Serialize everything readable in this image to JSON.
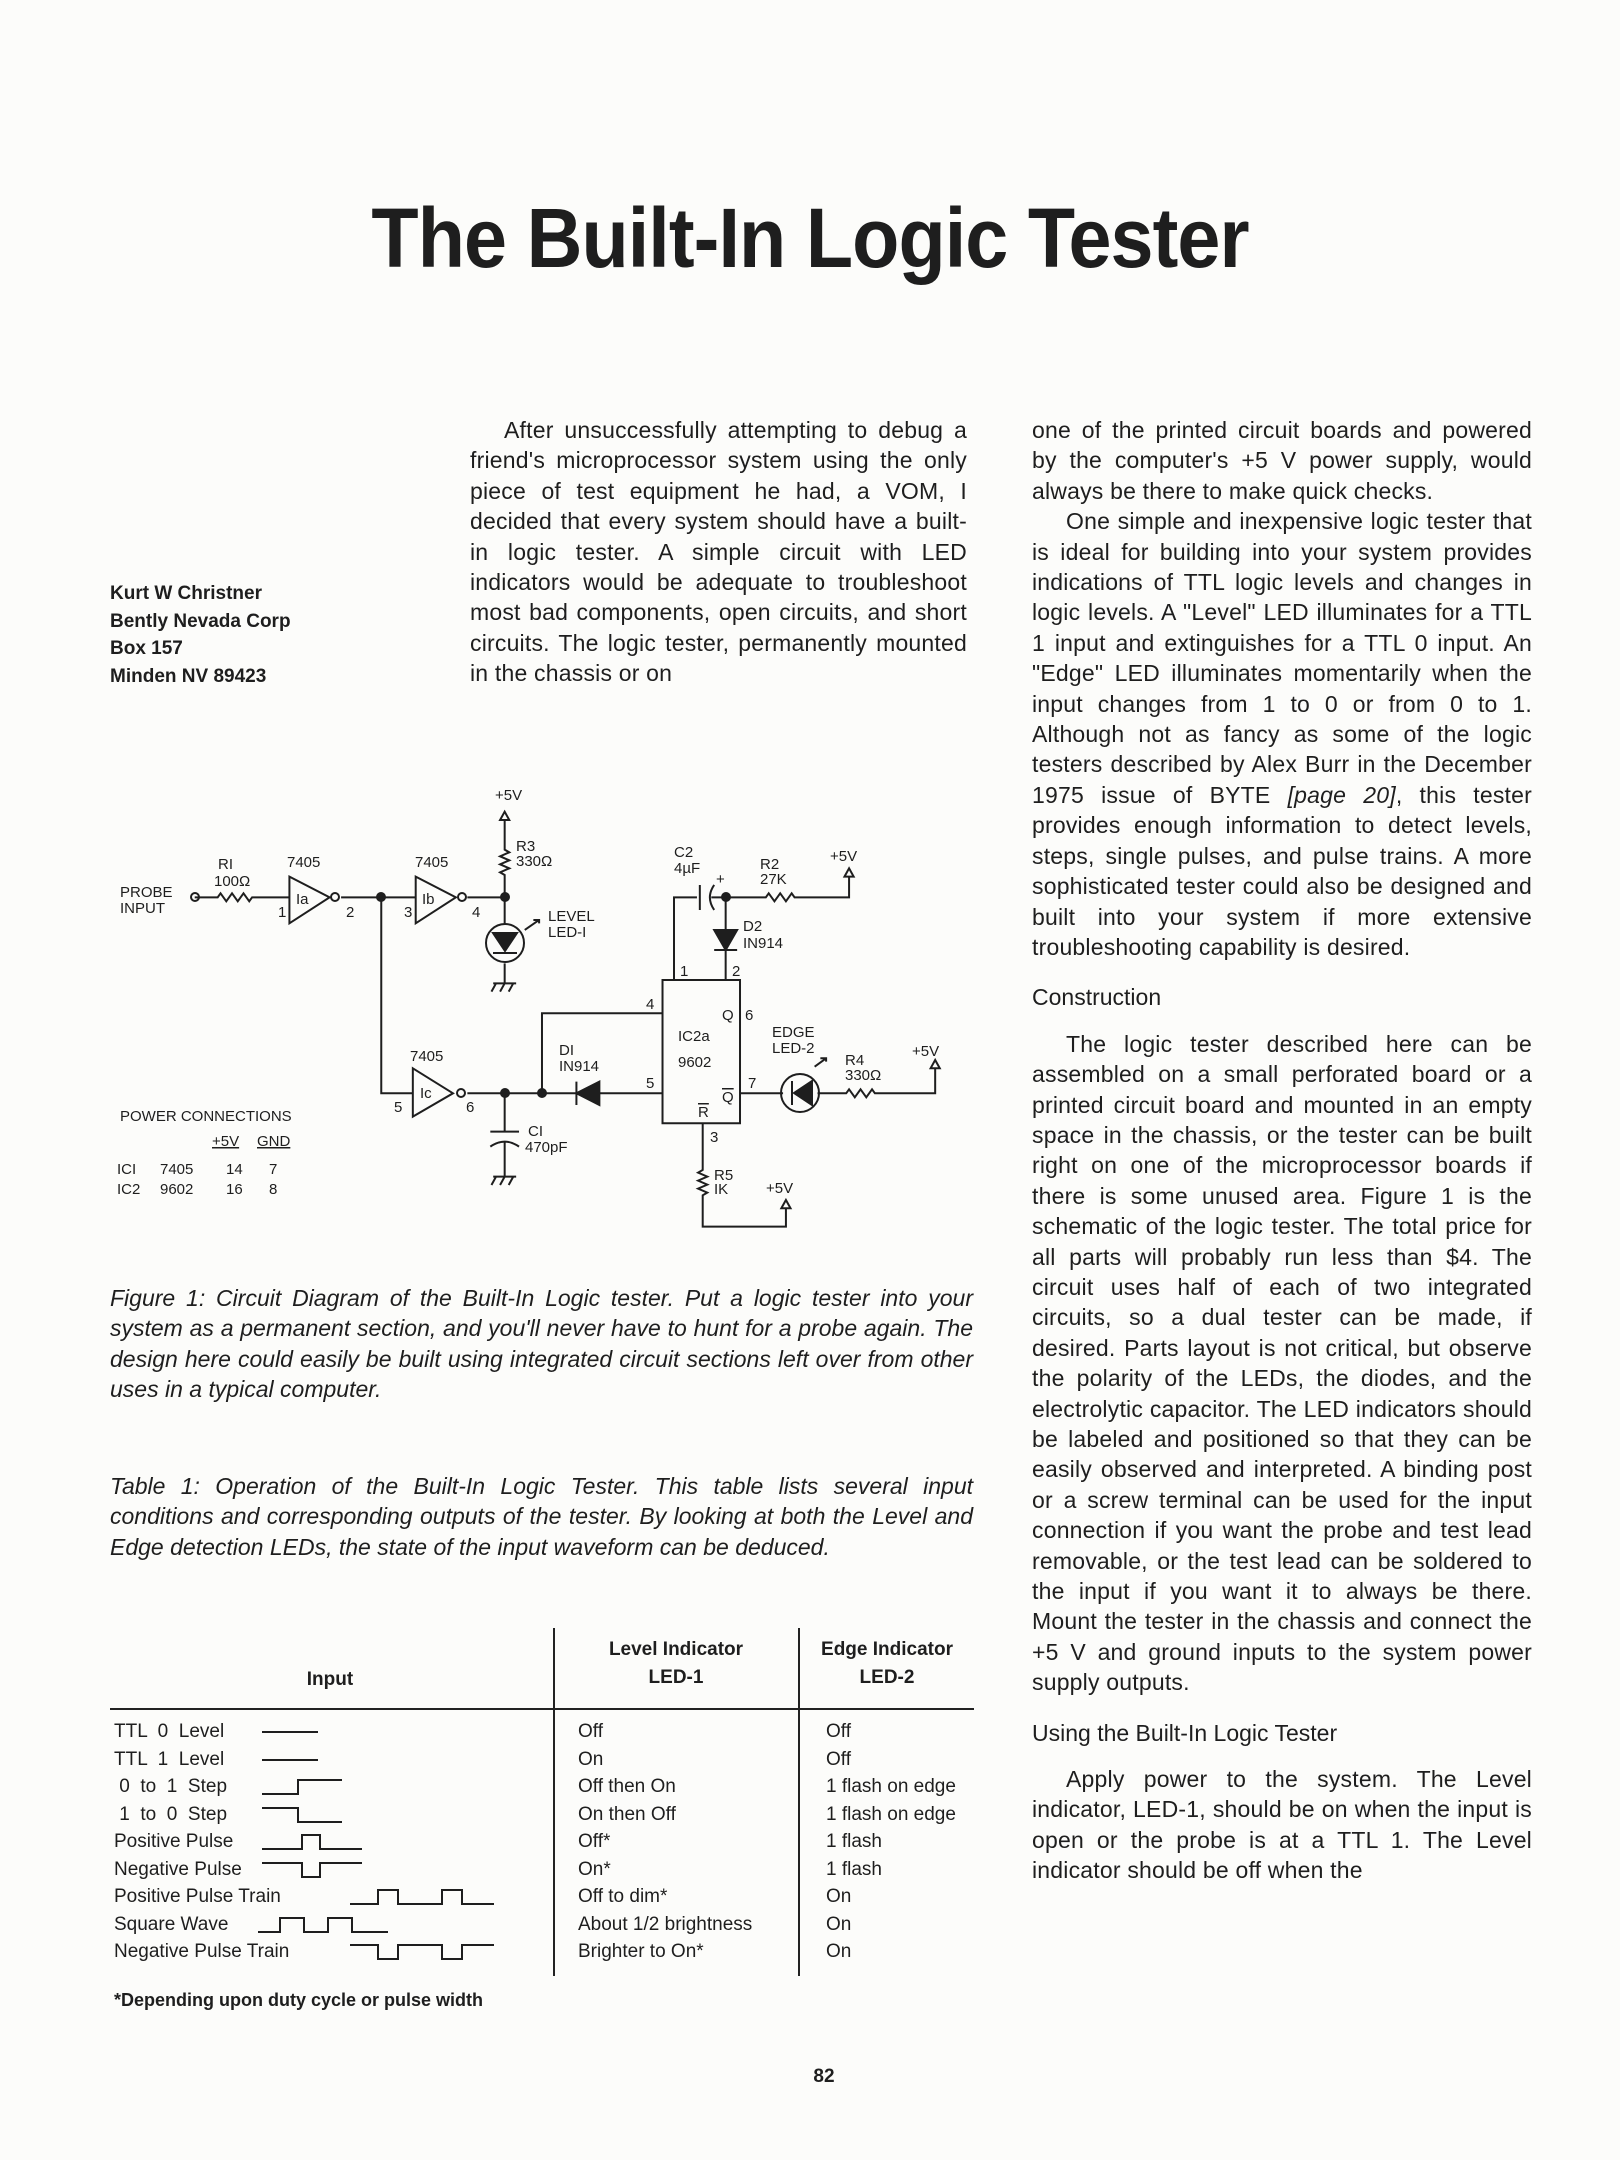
{
  "title": "The Built-In Logic Tester",
  "author": {
    "lines": [
      "Kurt W Christner",
      "Bently Nevada Corp",
      "Box 157",
      "Minden NV 89423"
    ]
  },
  "middle_column": {
    "paragraphs": [
      "After unsuccessfully attempting to debug a friend's microprocessor system using the only piece of test equipment he had, a VOM, I decided that every system should have a built-in logic tester. A simple circuit with LED indicators would be adequate to troubleshoot most bad components, open circuits, and short circuits. The logic tester, permanently mounted in the chassis or on"
    ]
  },
  "right_column": {
    "intro_continuation": "one of the printed circuit boards and powered by the computer's +5 V power supply, would always be there to make quick checks.",
    "intro_paragraph": "One simple and inexpensive logic tester that is ideal for building into your system provides indications of TTL logic levels and changes in logic levels. A \"Level\" LED illuminates for a TTL 1 input and extinguishes for a TTL 0 input. An \"Edge\" LED illuminates momentarily when the input changes from 1 to 0 or from 0 to 1. Although not as fancy as some of the logic testers described by Alex Burr in the December 1975 issue of BYTE",
    "intro_ref": "[page 20]",
    "intro_after_ref": ", this tester provides enough information to detect levels, steps, single pulses, and pulse trains. A more sophisticated tester could also be designed and built into your system if more extensive troubleshooting capability is desired.",
    "construction_heading": "Construction",
    "construction_paragraph": "The logic tester described here can be assembled on a small perforated board or a printed circuit board and mounted in an empty space in the chassis, or the tester can be built right on one of the microprocessor boards if there is some unused area. Figure 1 is the schematic of the logic tester. The total price for all parts will probably run less than $4. The circuit uses half of each of two integrated circuits, so a dual tester can be made, if desired. Parts layout is not critical, but observe the polarity of the LEDs, the diodes, and the electrolytic capacitor. The LED indicators should be labeled and positioned so that they can be easily observed and interpreted. A binding post or a screw terminal can be used for the input connection if you want the probe and test lead removable, or the test lead can be soldered to the input if you want it to always be there. Mount the tester in the chassis and connect the +5 V and ground inputs to the system power supply outputs.",
    "using_heading": "Using the Built-In Logic Tester",
    "using_paragraph": "Apply power to the system. The Level indicator, LED-1, should be on when the input is open or the probe is at a TTL 1. The Level indicator should be off when the"
  },
  "circuit": {
    "probe_input": [
      "PROBE",
      "INPUT"
    ],
    "r1": [
      "RI",
      "100Ω"
    ],
    "r2": [
      "R2",
      "27K"
    ],
    "r3": [
      "R3",
      "330Ω"
    ],
    "r4": [
      "R4",
      "330Ω"
    ],
    "r5": [
      "R5",
      "IK"
    ],
    "c1": [
      "CI",
      "470pF"
    ],
    "c2": [
      "C2",
      "4µF",
      "+"
    ],
    "d1": [
      "DI",
      "IN914"
    ],
    "d2": [
      "D2",
      "IN914"
    ],
    "gate_part": "7405",
    "gates": [
      "Ia",
      "Ib",
      "Ic"
    ],
    "supply": "+5V",
    "level_led": [
      "LEVEL",
      "LED-I"
    ],
    "edge_led": [
      "EDGE",
      "LED-2"
    ],
    "ic2": [
      "IC2a",
      "9602"
    ],
    "pins": {
      "p1": "1",
      "p2": "2",
      "p3": "3",
      "p4": "4",
      "p5": "5",
      "p6": "6",
      "p7": "7",
      "q": "Q",
      "qbar": "Q",
      "rbar": "R"
    },
    "power_connections": {
      "title": "POWER CONNECTIONS",
      "headers": [
        "+5V",
        "GND"
      ],
      "rows": [
        [
          "ICI",
          "7405",
          "14",
          "7"
        ],
        [
          "IC2",
          "9602",
          "16",
          "8"
        ]
      ]
    }
  },
  "figure_caption": "Figure 1: Circuit Diagram of the Built-In Logic tester. Put a logic tester into your system as a permanent section, and you'll never have to hunt for a probe again. The design here could easily be built using integrated circuit sections left over from other uses in a typical computer.",
  "table_caption": "Table 1: Operation of the Built-In Logic Tester. This table lists several input conditions and corresponding outputs of the tester. By looking at both the Level and Edge detection LEDs, the state of the input waveform can be deduced.",
  "table": {
    "headers": {
      "input": "Input",
      "level": [
        "Level Indicator",
        "LED-1"
      ],
      "edge": [
        "Edge Indicator",
        "LED-2"
      ]
    },
    "rows": [
      {
        "input": "TTL  0  Level",
        "wave": "low-level",
        "level": "Off",
        "edge": "Off"
      },
      {
        "input": "TTL  1  Level",
        "wave": "high-level",
        "level": "On",
        "edge": "Off"
      },
      {
        "input": " 0  to  1  Step",
        "wave": "rising-step",
        "level": "Off then On",
        "edge": "1 flash on edge"
      },
      {
        "input": " 1  to  0  Step",
        "wave": "falling-step",
        "level": "On then Off",
        "edge": "1 flash on edge"
      },
      {
        "input": "Positive Pulse",
        "wave": "positive-pulse",
        "level": "Off*",
        "edge": "1 flash"
      },
      {
        "input": "Negative Pulse",
        "wave": "negative-pulse",
        "level": "On*",
        "edge": "1 flash"
      },
      {
        "input": "Positive Pulse Train",
        "wave": "positive-pulse-train",
        "level": "Off to dim*",
        "edge": "On"
      },
      {
        "input": "Square Wave",
        "wave": "square-wave",
        "level": "About 1/2 brightness",
        "edge": "On"
      },
      {
        "input": "Negative Pulse Train",
        "wave": "negative-pulse-train",
        "level": "Brighter to On*",
        "edge": "On"
      }
    ],
    "footnote": "*Depending upon duty cycle or pulse width"
  },
  "page_number": "82"
}
